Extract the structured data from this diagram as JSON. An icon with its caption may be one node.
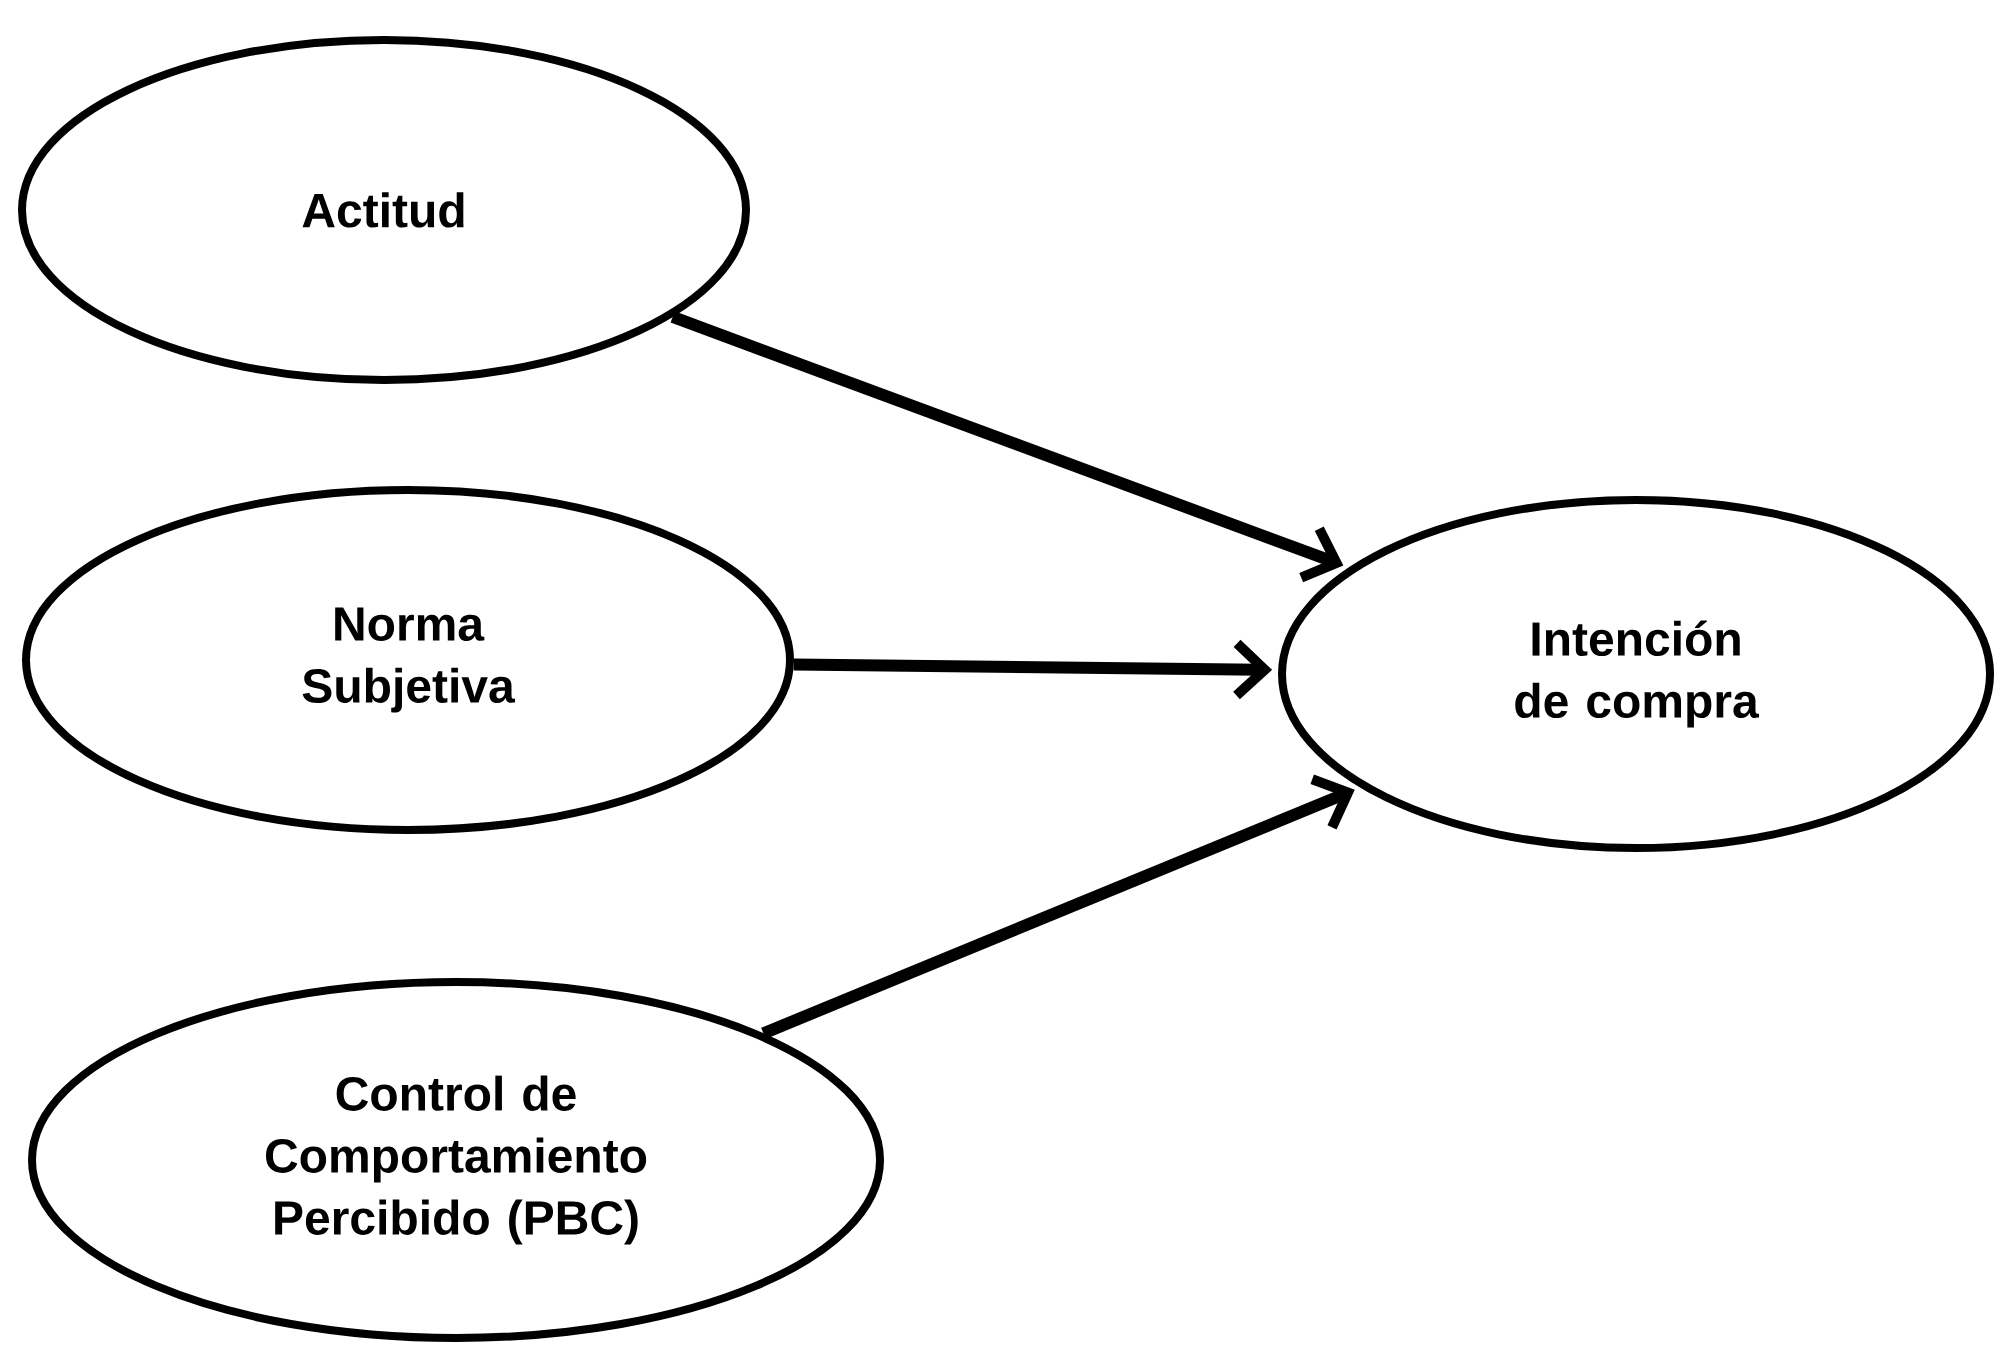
{
  "diagram": {
    "nodes": [
      {
        "text": [
          "Actitud"
        ]
      },
      {
        "text": [
          "Norma Subjetiva"
        ]
      },
      {
        "text": [
          "Control de Comportamiento Percibido (PBC)"
        ]
      },
      {
        "text": [
          "Intención de compra"
        ]
      }
    ],
    "edges": [
      {
        "from": 0,
        "to": 3,
        "arrow": "to"
      },
      {
        "from": 1,
        "to": 3,
        "arrow": "to"
      },
      {
        "from": 2,
        "to": 3,
        "arrow": "to"
      }
    ]
  }
}
